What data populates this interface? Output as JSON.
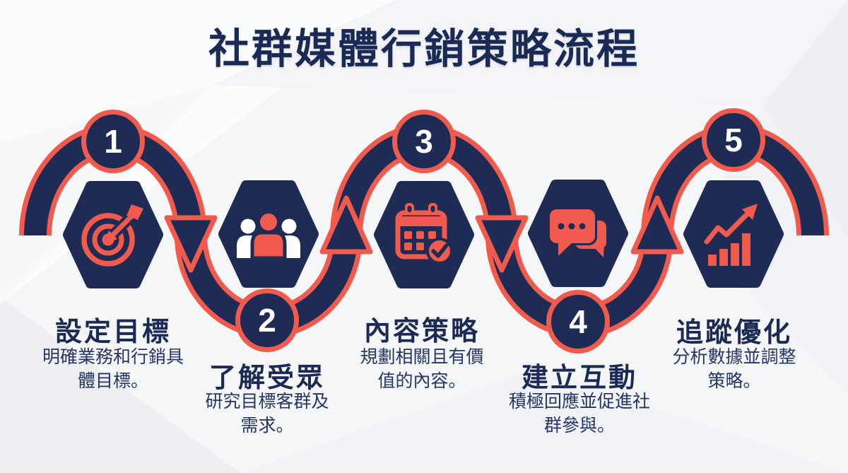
{
  "title": "社群媒體行銷策略流程",
  "colors": {
    "navy": "#1d2b55",
    "coral": "#f15b4d",
    "background": "#f5f6f8",
    "number_text": "#ffffff",
    "heading_text": "#1b2a54",
    "body_text": "#253565"
  },
  "steps": [
    {
      "number": "1",
      "title": "設定目標",
      "description": "明確業務和行銷具體目標。",
      "icon": "target-icon"
    },
    {
      "number": "2",
      "title": "了解受眾",
      "description": "研究目標客群及需求。",
      "icon": "audience-people-icon"
    },
    {
      "number": "3",
      "title": "內容策略",
      "description": "規劃相關且有價值的內容。",
      "icon": "calendar-check-icon"
    },
    {
      "number": "4",
      "title": "建立互動",
      "description": "積極回應並促進社群參與。",
      "icon": "chat-bubbles-icon"
    },
    {
      "number": "5",
      "title": "追蹤優化",
      "description": "分析數據並調整策略。",
      "icon": "growth-chart-icon"
    }
  ]
}
